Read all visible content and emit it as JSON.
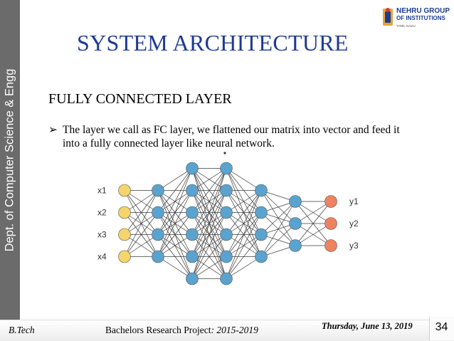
{
  "sidebar": {
    "department": "Dept. of Computer Science & Engg"
  },
  "logo": {
    "line1": "NEHRU GROUP",
    "line2": "OF INSTITUTIONS",
    "line3": "TAMIL NADU",
    "brand_color": "#1b3d8f"
  },
  "slide": {
    "title": "SYSTEM ARCHITECTURE",
    "section_heading": "FULLY CONNECTED LAYER",
    "bullet": "The layer we call as FC layer, we flattened our matrix into vector and feed it into a fully connected layer like neural network.",
    "bullet_marker": "➢"
  },
  "network": {
    "inputs": [
      "x1",
      "x2",
      "x3",
      "x4"
    ],
    "outputs": [
      "y1",
      "y2",
      "y3"
    ],
    "layer_sizes": [
      4,
      4,
      6,
      6,
      4,
      3,
      3
    ],
    "colors": {
      "input": "#f5d46a",
      "hidden": "#5aa3cf",
      "output": "#ee8360",
      "edge": "#3a3a3a"
    }
  },
  "footer": {
    "degree": "B.Tech",
    "project_label": "Bachelors Research Project",
    "project_years": ": 2015-2019",
    "date": "Thursday, June 13, 2019",
    "page_number": "34"
  }
}
